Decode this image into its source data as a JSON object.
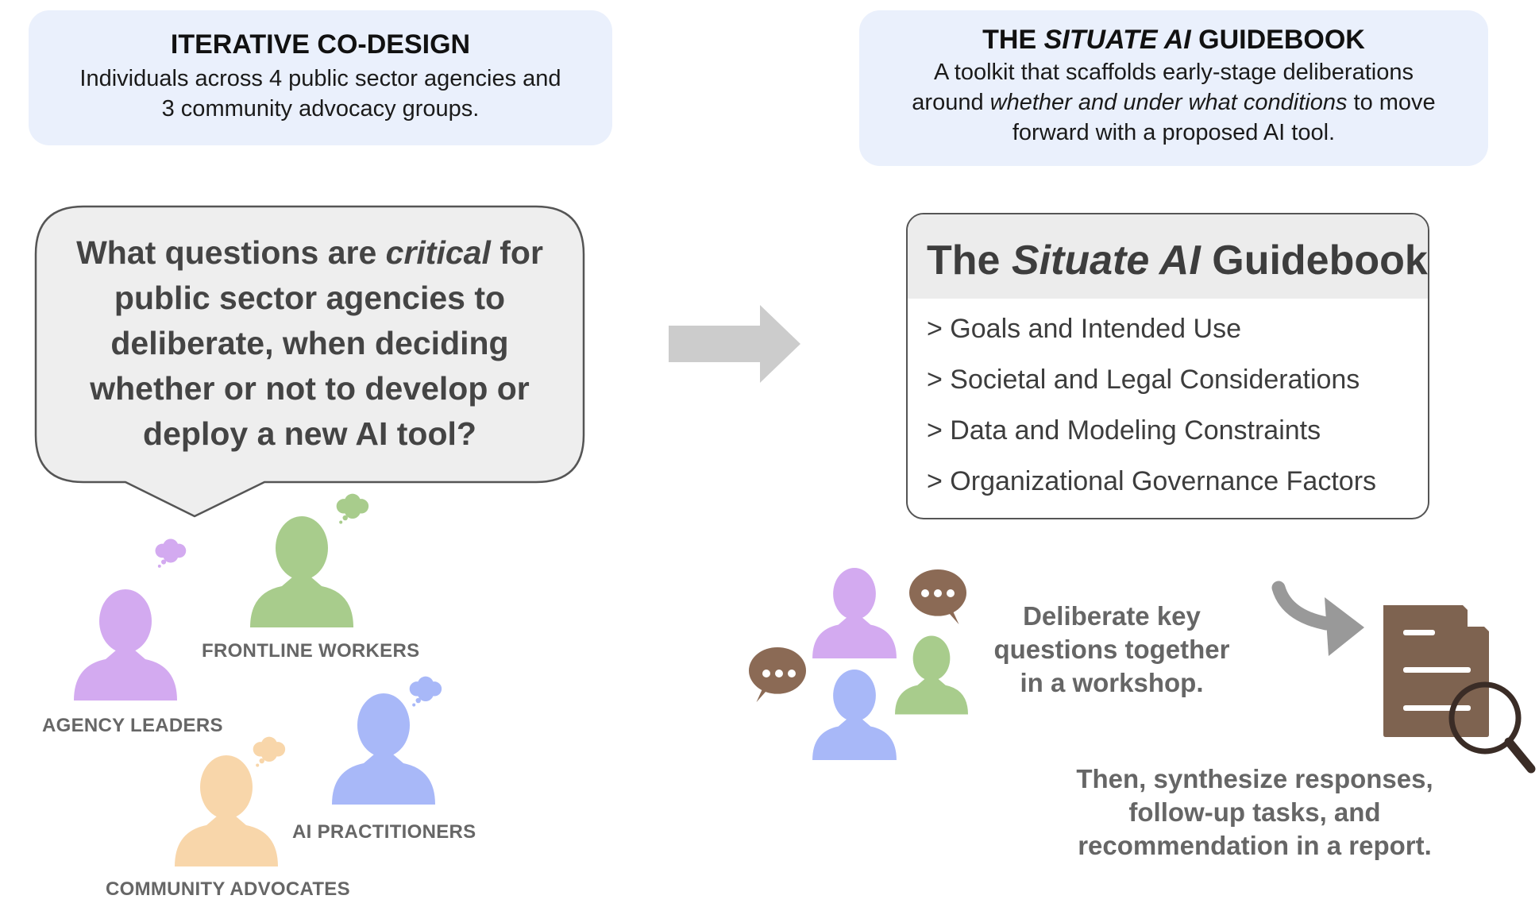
{
  "codesign": {
    "title": "ITERATIVE CO-DESIGN",
    "description_line1": "Individuals across 4 public sector agencies and",
    "description_line2": "3 community advocacy groups."
  },
  "guidebook_box": {
    "title_prefix": "THE ",
    "title_italic": "SITUATE AI",
    "title_suffix": " GUIDEBOOK",
    "desc_line1": "A toolkit that scaffolds early-stage deliberations",
    "desc_line2_prefix": "around ",
    "desc_line2_italic": "whether and under what conditions",
    "desc_line2_suffix": " to move",
    "desc_line3": "forward with a proposed AI tool."
  },
  "question": {
    "line1_prefix": "What questions are ",
    "line1_italic": "critical",
    "line1_suffix": " for",
    "line2": "public sector agencies to",
    "line3": "deliberate, when deciding",
    "line4": "whether or not to develop or",
    "line5": "deploy a new AI tool?"
  },
  "roles": {
    "frontline": "FRONTLINE WORKERS",
    "leaders": "AGENCY LEADERS",
    "practitioners": "AI PRACTITIONERS",
    "advocates": "COMMUNITY ADVOCATES"
  },
  "guidebook_card": {
    "title_prefix": "The ",
    "title_italic": "Situate AI",
    "title_suffix": " Guidebook",
    "items": [
      "> Goals and Intended Use",
      "> Societal and Legal Considerations",
      "> Data and Modeling Constraints",
      "> Organizational Governance Factors"
    ]
  },
  "workshop": {
    "line1": "Deliberate key",
    "line2": "questions together",
    "line3": "in a workshop."
  },
  "report": {
    "line1": "Then, synthesize responses,",
    "line2": "follow-up tasks, and",
    "line3": "recommendation in a report."
  },
  "colors": {
    "box_bg": "#eaf0fc",
    "leader": "#d3aaf0",
    "frontline": "#a8cc8c",
    "practitioner": "#a8b8f8",
    "advocate": "#f8d6aa",
    "chat": "#8b6a55",
    "report": "#7e6350",
    "arrow": "#cccccc"
  },
  "icons": [
    "person-icon",
    "thought-cloud-icon",
    "chat-bubble-icon",
    "document-icon",
    "magnifier-icon",
    "arrow-right-icon",
    "curved-arrow-icon"
  ]
}
